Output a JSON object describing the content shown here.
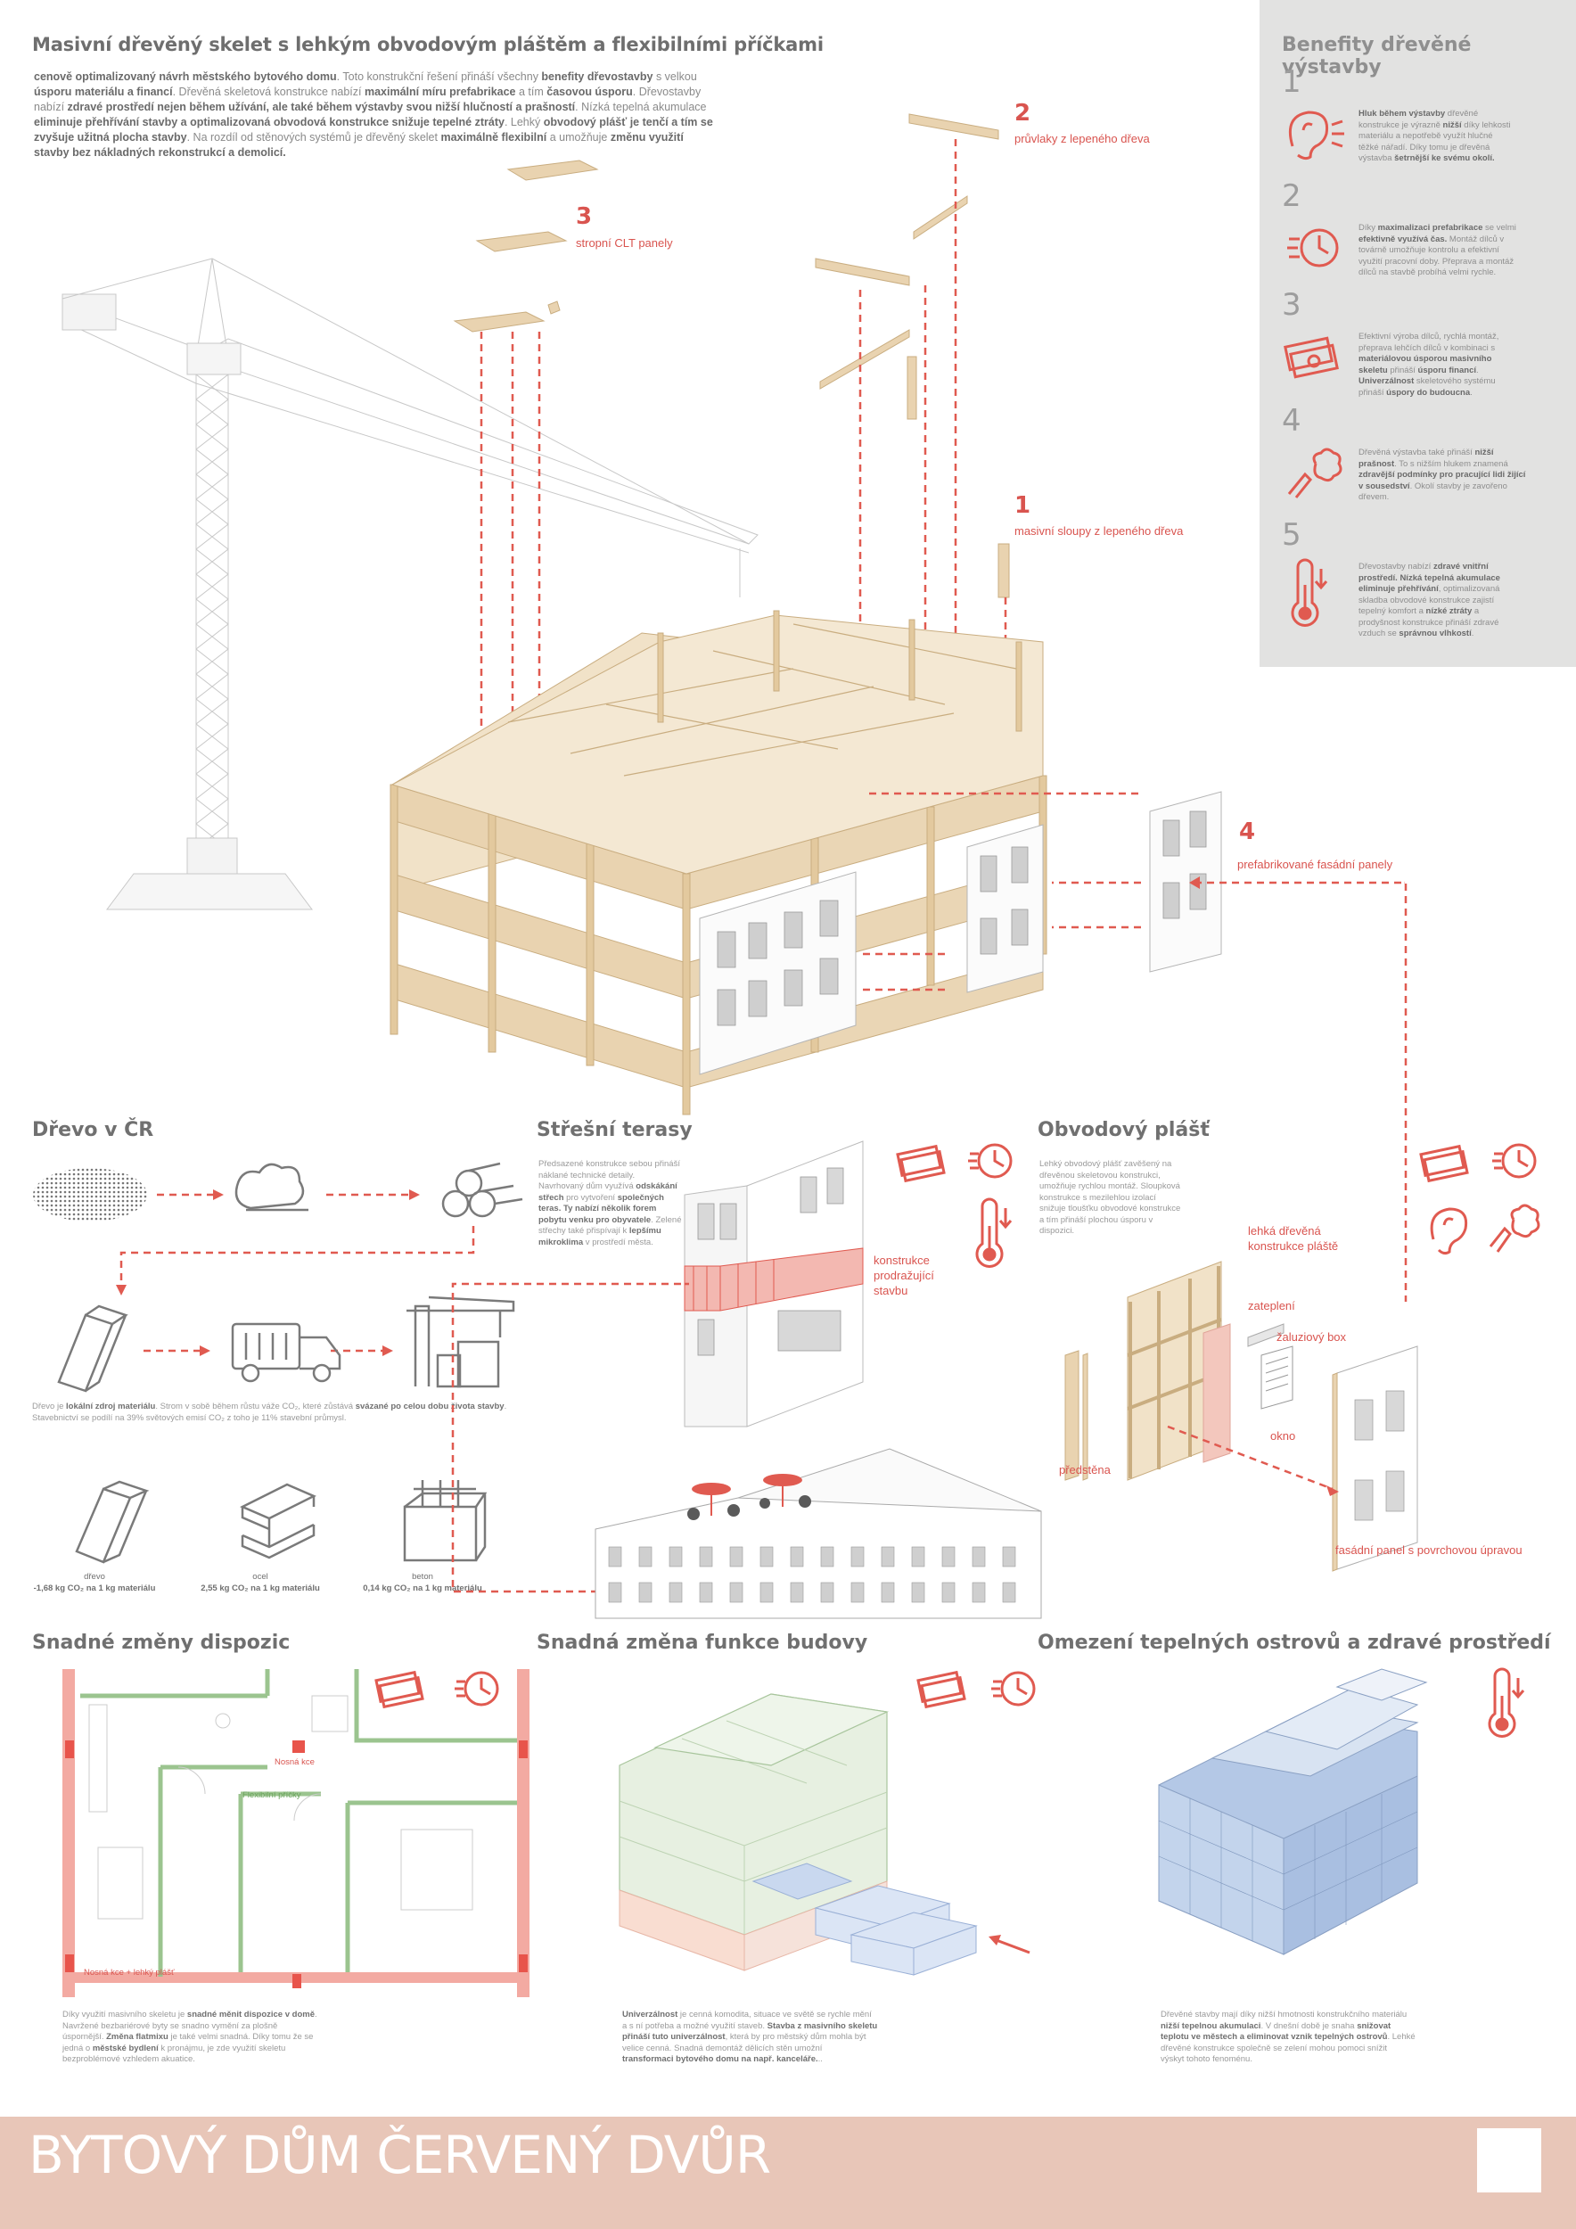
{
  "header": {
    "title": "Masivní dřevěný skelet s lehkým obvodovým pláštěm a flexibilními příčkami",
    "intro": [
      [
        {
          "t": "cenově optimalizovaný návrh městského bytového domu",
          "b": true
        },
        {
          "t": ". Toto konstrukční řešení přináší všechny "
        },
        {
          "t": "benefity dřevostavby",
          "b": true
        },
        {
          "t": " s velkou"
        }
      ],
      [
        {
          "t": "úsporu materiálu a financí",
          "b": true
        },
        {
          "t": ". Dřevěná skeletová konstrukce nabízí "
        },
        {
          "t": "maximální míru prefabrikace",
          "b": true
        },
        {
          "t": " a tím "
        },
        {
          "t": "časovou úsporu",
          "b": true
        },
        {
          "t": ". Dřevostavby"
        }
      ],
      [
        {
          "t": "nabízí "
        },
        {
          "t": "zdravé prostředí nejen během užívání, ale také během výstavby svou nižší hlučností a prašností",
          "b": true
        },
        {
          "t": ". Nízká tepelná akumulace"
        }
      ],
      [
        {
          "t": "eliminuje přehřívání stavby a optimalizovaná obvodová konstrukce snižuje tepelné ztráty",
          "b": true
        },
        {
          "t": ". Lehký "
        },
        {
          "t": "obvodový plášť je tenčí a tím se",
          "b": true
        }
      ],
      [
        {
          "t": "zvyšuje užitná plocha stavby",
          "b": true
        },
        {
          "t": ". Na rozdíl od stěnových systémů je dřevěný skelet "
        },
        {
          "t": "maximálně flexibilní",
          "b": true
        },
        {
          "t": " a umožňuje "
        },
        {
          "t": "změnu využití",
          "b": true
        }
      ],
      [
        {
          "t": "stavby bez nákladných rekonstrukcí a demolicí.",
          "b": true
        }
      ]
    ]
  },
  "exploded": {
    "labels": [
      {
        "num": "1",
        "text": "masivní sloupy z lepeného dřeva"
      },
      {
        "num": "2",
        "text": "průvlaky z lepeného dřeva"
      },
      {
        "num": "3",
        "text": "stropní CLT panely"
      },
      {
        "num": "4",
        "text": "prefabrikované fasádní panely"
      }
    ]
  },
  "benefits": {
    "title": "Benefity dřevěné výstavby",
    "items": [
      {
        "num": "1",
        "icon": "ear-icon",
        "lines": [
          [
            {
              "t": "Hluk během výstavby",
              "b": true
            },
            {
              "t": " dřevěné"
            }
          ],
          [
            {
              "t": "konstrukce je výrazně "
            },
            {
              "t": "nižší",
              "b": true
            },
            {
              "t": " díky lehkosti"
            }
          ],
          [
            {
              "t": "materiálu a nepotřebě využít hlučné"
            }
          ],
          [
            {
              "t": "těžké nářadí. Díky tomu je dřevěná"
            }
          ],
          [
            {
              "t": "výstavba "
            },
            {
              "t": "šetrnější ke svému okolí.",
              "b": true
            }
          ]
        ]
      },
      {
        "num": "2",
        "icon": "fast-clock-icon",
        "lines": [
          [
            {
              "t": "Díky "
            },
            {
              "t": "maximalizaci prefabrikace",
              "b": true
            },
            {
              "t": " se velmi"
            }
          ],
          [
            {
              "t": "efektivně využívá čas.",
              "b": true
            },
            {
              "t": " Montáž dílců v"
            }
          ],
          [
            {
              "t": "továrně umožňuje kontrolu a efektivní"
            }
          ],
          [
            {
              "t": "využití pracovní doby. Přeprava a montáž"
            }
          ],
          [
            {
              "t": "dílců na stavbě probíhá velmi rychle."
            }
          ]
        ]
      },
      {
        "num": "3",
        "icon": "money-icon",
        "lines": [
          [
            {
              "t": "Efektivní výroba dílců, rychlá montáž,"
            }
          ],
          [
            {
              "t": "přeprava lehčích dílců v kombinaci s"
            }
          ],
          [
            {
              "t": "materiálovou úsporou masivního",
              "b": true
            }
          ],
          [
            {
              "t": "skeletu",
              "b": true
            },
            {
              "t": " přináší "
            },
            {
              "t": "úsporu financí",
              "b": true
            },
            {
              "t": "."
            }
          ],
          [
            {
              "t": "Univerzálnost",
              "b": true
            },
            {
              "t": " skeletového systému"
            }
          ],
          [
            {
              "t": "přináší "
            },
            {
              "t": "úspory do budoucna",
              "b": true
            },
            {
              "t": "."
            }
          ]
        ]
      },
      {
        "num": "4",
        "icon": "dust-hands-icon",
        "lines": [
          [
            {
              "t": "Dřevěná výstavba také přináší "
            },
            {
              "t": "nižší",
              "b": true
            }
          ],
          [
            {
              "t": "prašnost",
              "b": true
            },
            {
              "t": ". To s nižším hlukem znamená"
            }
          ],
          [
            {
              "t": "zdravější podmínky pro pracující lidi žijící",
              "b": true
            }
          ],
          [
            {
              "t": "v sousedství",
              "b": true
            },
            {
              "t": ". Okolí stavby je zavořeno"
            }
          ],
          [
            {
              "t": "dřevem."
            }
          ]
        ]
      },
      {
        "num": "5",
        "icon": "thermometer-icon",
        "lines": [
          [
            {
              "t": "Dřevostavby nabízí "
            },
            {
              "t": "zdravé vnitřní",
              "b": true
            }
          ],
          [
            {
              "t": "prostředí. Nízká tepelná akumulace",
              "b": true
            }
          ],
          [
            {
              "t": "eliminuje přehřívání",
              "b": true
            },
            {
              "t": ", optimalizovaná"
            }
          ],
          [
            {
              "t": "skladba obvodové konstrukce zajistí"
            }
          ],
          [
            {
              "t": "tepelný komfort a "
            },
            {
              "t": "nízké ztráty",
              "b": true
            },
            {
              "t": " a"
            }
          ],
          [
            {
              "t": "prodyšnost konstrukce přináší zdravé"
            }
          ],
          [
            {
              "t": "vzduch se "
            },
            {
              "t": "správnou vlhkostí",
              "b": true
            },
            {
              "t": "."
            }
          ]
        ]
      }
    ]
  },
  "wood_cr": {
    "title": "Dřevo v ČR",
    "text": [
      [
        {
          "t": "Dřevo je "
        },
        {
          "t": "lokální zdroj materiálu",
          "b": true
        },
        {
          "t": ". Strom v sobě během růstu váže CO₂, které zůstává "
        },
        {
          "t": "svázané po celou dobu života stavby",
          "b": true
        },
        {
          "t": "."
        }
      ],
      [
        {
          "t": "Stavebnictví se podílí na 39% světových emisí CO₂ z toho je 11% stavební průmysl."
        }
      ]
    ],
    "materials": [
      {
        "name": "dřevo",
        "value": "-1,68 kg CO₂ na 1 kg materiálu",
        "icon": "timber-beam-icon"
      },
      {
        "name": "ocel",
        "value": "2,55 kg CO₂ na 1 kg materiálu",
        "icon": "steel-beam-icon"
      },
      {
        "name": "beton",
        "value": "0,14 kg CO₂ na 1 kg materiálu",
        "icon": "concrete-icon"
      }
    ]
  },
  "roof": {
    "title": "Střešní terasy",
    "text": [
      [
        {
          "t": "Předsazené konstrukce sebou přináší"
        }
      ],
      [
        {
          "t": "náklané technické detaily."
        }
      ],
      [
        {
          "t": "Navrhovaný dům využívá "
        },
        {
          "t": "odskákání",
          "b": true
        }
      ],
      [
        {
          "t": "střech",
          "b": true
        },
        {
          "t": " pro vytvoření "
        },
        {
          "t": "společných",
          "b": true
        }
      ],
      [
        {
          "t": "teras. Ty nabízí několik forem",
          "b": true
        }
      ],
      [
        {
          "t": "pobytu venku pro obyvatele",
          "b": true
        },
        {
          "t": ". Zelené"
        }
      ],
      [
        {
          "t": "střechy také přispívají k "
        },
        {
          "t": "lepšímu",
          "b": true
        }
      ],
      [
        {
          "t": "mikroklima",
          "b": true
        },
        {
          "t": " v prostředí města."
        }
      ]
    ],
    "label": [
      "konstrukce",
      "prodražující",
      "stavbu"
    ]
  },
  "envelope": {
    "title": "Obvodový plášť",
    "text": [
      [
        {
          "t": "Lehký obvodový plášť zavěšený na"
        }
      ],
      [
        {
          "t": "dřevěnou skeletovou konstrukci,"
        }
      ],
      [
        {
          "t": "umožňuje rychlou montáž. Sloupková"
        }
      ],
      [
        {
          "t": "konstrukce s mezilehlou izolací"
        }
      ],
      [
        {
          "t": "snižuje tloušťku obvodové konstrukce"
        }
      ],
      [
        {
          "t": "a tím přináší plochou úsporu v"
        }
      ],
      [
        {
          "t": "dispozici."
        }
      ]
    ],
    "labels": {
      "light": [
        "lehká dřevěná",
        "konstrukce pláště"
      ],
      "insulation": "zateplení",
      "blind": "žaluziový box",
      "window": "okno",
      "prewall": "předstěna",
      "panel": "fasádní panel s povrchovou úpravou"
    }
  },
  "layout_changes": {
    "title": "Snadné změny dispozic",
    "labels": {
      "bearing": "Nosná kce",
      "flex": "Flexibilní příčky",
      "bearing_light": "Nosná kce + lehký plášť"
    },
    "text": [
      [
        {
          "t": "Díky využití masivního skeletu je "
        },
        {
          "t": "snadné měnit dispozice v domě",
          "b": true
        },
        {
          "t": "."
        }
      ],
      [
        {
          "t": "Navržené bezbariérové byty se snadno vymění za plošně"
        }
      ],
      [
        {
          "t": "úspornější. "
        },
        {
          "t": "Změna flatmixu",
          "b": true
        },
        {
          "t": " je také velmi snadná. Díky tomu že se"
        }
      ],
      [
        {
          "t": "jedná o "
        },
        {
          "t": "městské bydlení",
          "b": true
        },
        {
          "t": " k pronájmu, je zde využití skeletu"
        }
      ],
      [
        {
          "t": "bezproblémové vzhledem akuatice."
        }
      ]
    ]
  },
  "function_change": {
    "title": "Snadná změna funkce budovy",
    "text": [
      [
        {
          "t": "Univerzálnost",
          "b": true
        },
        {
          "t": " je cenná komodita, situace ve světě se rychle mění"
        }
      ],
      [
        {
          "t": "a s ní potřeba a možné využití staveb. "
        },
        {
          "t": "Stavba z masivního skeletu",
          "b": true
        }
      ],
      [
        {
          "t": "přináší tuto univerzálnost",
          "b": true
        },
        {
          "t": ", která by pro městský dům mohla být"
        }
      ],
      [
        {
          "t": "velice cenná. Snadná demontáž dělicích stěn umožní"
        }
      ],
      [
        {
          "t": "transformaci bytového domu na např. kanceláře.",
          "b": true
        },
        {
          "t": ".."
        }
      ]
    ]
  },
  "heat_islands": {
    "title": "Omezení tepelných ostrovů a zdravé prostředí",
    "text": [
      [
        {
          "t": "Dřevěné stavby mají díky nižší hmotnosti konstrukčního materiálu"
        }
      ],
      [
        {
          "t": "nižší tepelnou akumulaci",
          "b": true
        },
        {
          "t": ". V dnešní době je snaha "
        },
        {
          "t": "snižovat",
          "b": true
        }
      ],
      [
        {
          "t": "teplotu ve městech a eliminovat vznik tepelných ostrovů",
          "b": true
        },
        {
          "t": ". Lehké"
        }
      ],
      [
        {
          "t": "dřevěné konstrukce společně se zelení mohou pomoci snížit"
        }
      ],
      [
        {
          "t": "výskyt tohoto fenoménu."
        }
      ]
    ]
  },
  "footer": {
    "title": "BYTOVÝ DŮM ČERVENÝ DVŮR"
  },
  "colors": {
    "accent": "#d9544f",
    "wood": "#e9d3b0",
    "sidebar": "#e2e2e1",
    "footer": "#e8c6b8"
  }
}
